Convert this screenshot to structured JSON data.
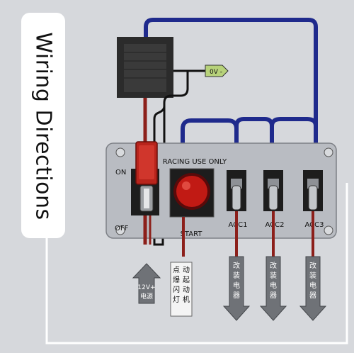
{
  "title": "Wiring Directions",
  "panel": {
    "racing_label": "RACING USE ONLY",
    "on_label": "ON",
    "off_label": "OFF",
    "start_label": "START",
    "acc_labels": [
      "ACC1",
      "ACC2",
      "ACC3"
    ]
  },
  "ground_tag": "0V -",
  "power_input": {
    "voltage": "12V+",
    "sub": "电源"
  },
  "start_vertical_text": [
    "点",
    "动",
    "爆",
    "起",
    "闪",
    "动",
    "灯",
    "机"
  ],
  "acc_vertical_text": [
    "改",
    "装",
    "电",
    "器"
  ],
  "colors": {
    "wire_blue": "#1f2a8c",
    "wire_red": "#8c1f1a",
    "panel": "#b9bcc2",
    "background": "#d6d8dc"
  }
}
